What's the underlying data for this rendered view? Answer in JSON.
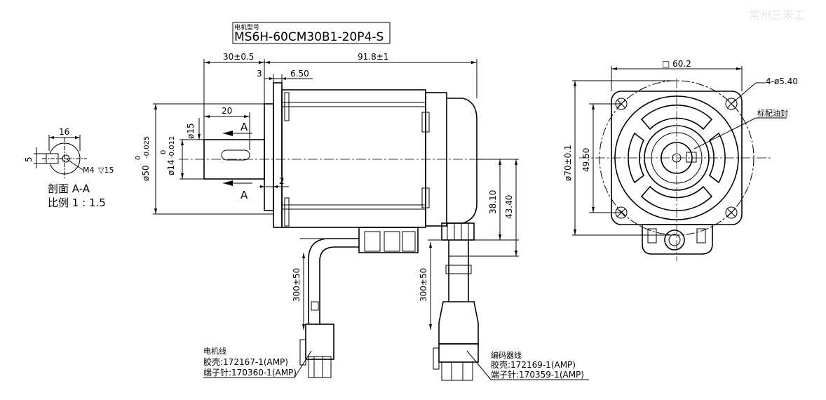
{
  "watermark": "常州三禾工",
  "model": {
    "label": "电机型号",
    "value": "MS6H-60CM30B1-20P4-S"
  },
  "section_view": {
    "dim_width": "16",
    "dim_flat": "5",
    "thread": "M4",
    "thread_depth": "▽15",
    "title": "剖面 A-A",
    "scale": "比例 1 : 1.5"
  },
  "side_view": {
    "dim_shaft_len": "30±0.5",
    "dim_body_len": "91.8±1",
    "dim_3": "3",
    "dim_650": "6.50",
    "dim_20": "20",
    "dim_15": "ø15",
    "dim_pilot": "ø50",
    "dim_pilot_tol_upper": "0",
    "dim_pilot_tol_lower": "-0.025",
    "dim_shaft": "ø14",
    "dim_shaft_tol_upper": "0",
    "dim_shaft_tol_lower": "-0.011",
    "dim_2": "2",
    "section_mark": "A",
    "dim_3810": "38.10",
    "dim_4340": "43.40",
    "cable_len_motor": "300±50",
    "cable_len_encoder": "300±50"
  },
  "front_view": {
    "dim_square": "□ 60.2",
    "dim_holes": "4-ø5.40",
    "dim_pcd": "ø70±0.1",
    "dim_4950": "49.50",
    "seal_label": "标配油封"
  },
  "motor_cable": {
    "title": "电机线",
    "housing": "胶壳:172167-1(AMP)",
    "pin": "端子针:170360-1(AMP)"
  },
  "encoder_cable": {
    "title": "编码器线",
    "housing": "胶壳:172169-1(AMP)",
    "pin": "端子针:170359-1(AMP)"
  }
}
